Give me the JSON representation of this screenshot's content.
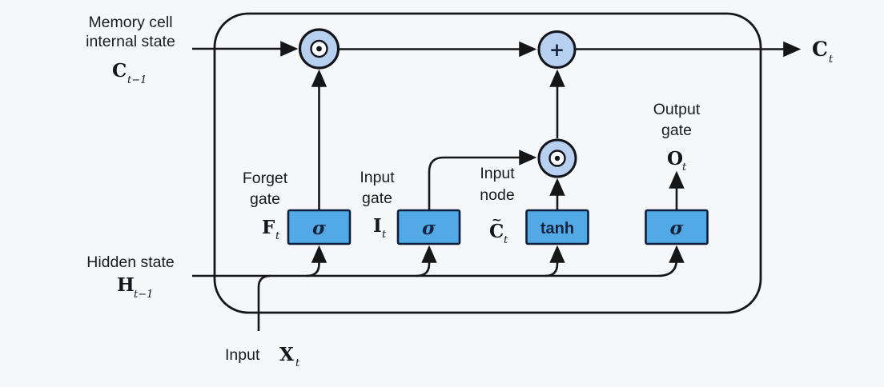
{
  "diagram": {
    "type": "lstm-memory-cell",
    "colors": {
      "background": "#f6f7f9",
      "wire": "#161616",
      "node_fill": "#b8d0f0",
      "node_inner_fill": "#fbfdff",
      "box_fill": "#53a8e6",
      "box_border": "#0d1f3c",
      "symbol_text": "#122440",
      "label_text": "#1b1b20"
    },
    "left": {
      "memory_line1": "Memory cell",
      "memory_line2": "internal state",
      "memory_var": "C",
      "memory_sub": "t−1",
      "hidden_label": "Hidden state",
      "hidden_var": "H",
      "hidden_sub": "t−1"
    },
    "bottom": {
      "input_label": "Input",
      "input_var": "X",
      "input_sub": "t"
    },
    "right": {
      "cell_out_var": "C",
      "cell_out_sub": "t"
    },
    "gates": {
      "forget": {
        "line1": "Forget",
        "line2": "gate",
        "var": "F",
        "sub": "t",
        "box": "σ"
      },
      "input": {
        "line1": "Input",
        "line2": "gate",
        "var": "I",
        "sub": "t",
        "box": "σ"
      },
      "node": {
        "line1": "Input",
        "line2": "node",
        "var": "C",
        "tilde": "~",
        "sub": "t",
        "box": "tanh"
      },
      "output": {
        "line1": "Output",
        "line2": "gate",
        "var": "O",
        "sub": "t",
        "box": "σ"
      }
    },
    "operators": {
      "add": "+",
      "multiply": "⊙"
    }
  }
}
